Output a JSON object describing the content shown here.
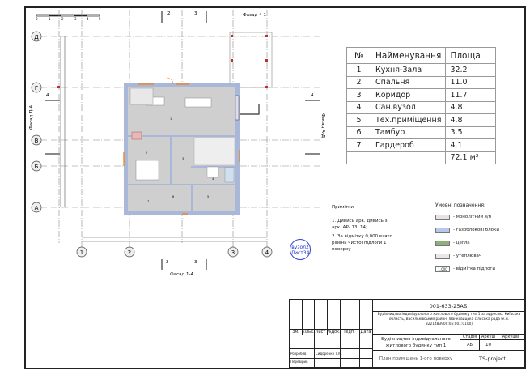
{
  "scale_bar": {
    "ticks": [
      "0",
      "1",
      "2",
      "3",
      "4",
      "5"
    ]
  },
  "axes": {
    "rows": [
      "Д",
      "Г",
      "В",
      "Б",
      "А"
    ],
    "cols": [
      "1",
      "2",
      "3",
      "4"
    ]
  },
  "sections": {
    "top_left": "2",
    "top_right": "3",
    "bottom_left": "2",
    "bottom_right": "3",
    "left": "4",
    "right": "4"
  },
  "facades": {
    "top": "Фасад 4-1",
    "bottom": "Фасад 1-4",
    "left": "Фасад Д-А",
    "right": "Фасад А-Д"
  },
  "rooms_table": {
    "headers": [
      "№",
      "Найменування",
      "Площа"
    ],
    "rows": [
      [
        "1",
        "Кухня-Зала",
        "32.2"
      ],
      [
        "2",
        "Спальня",
        "11.0"
      ],
      [
        "3",
        "Коридор",
        "11.7"
      ],
      [
        "4",
        "Сан.вузол",
        "4.8"
      ],
      [
        "5",
        "Тех.приміщення",
        "4.8"
      ],
      [
        "6",
        "Тамбур",
        "3.5"
      ],
      [
        "7",
        "Гардероб",
        "4.1"
      ]
    ],
    "total": "72.1 м²"
  },
  "callout": {
    "line1": "вузол2",
    "line2": "Лист34"
  },
  "notes": {
    "title": "Примітки",
    "items": [
      "1. Дивись арк. дивись з арк. АР- 13, 14;",
      "2. За відмітку 0,000 взято рівень чистої підлоги 1 поверху"
    ]
  },
  "legend": {
    "title": "Умовні позначення:",
    "items": [
      {
        "label": "- монолітний з/б",
        "color": "#e8e2e2"
      },
      {
        "label": "- газоблокові блоки",
        "color": "#b8c8e8"
      },
      {
        "label": "- цегла",
        "color": "#8fb07a"
      },
      {
        "label": "- утеплювач",
        "color": "#ece6e6"
      },
      {
        "label": "- відмітка підлоги",
        "color": "#ffffff",
        "mark": "1.000"
      }
    ]
  },
  "title_block": {
    "code": "001-633-25АБ",
    "description": "Будівництво індивідуального житлового будинку тип 1 за адресою: Київська область, Васильківський район, Іванковицька сільська рада (к.н. 3221483900:05:001:0100)",
    "headers": [
      "Зм.",
      "Кільк.",
      "Лист",
      "№Док.",
      "Підп.",
      "Дата"
    ],
    "roles": [
      {
        "role": "Розробив",
        "name": "Сидоренко Т.М."
      },
      {
        "role": "Перевірив",
        "name": ""
      }
    ],
    "object": "Будівництво індивідуального житлового будинку тип 1",
    "stage_headers": [
      "Стадія",
      "Аркуш",
      "Аркушів"
    ],
    "stage": "АБ",
    "sheet": "10",
    "sheets": "",
    "drawing_title": "План приміщень 1-ого поверху",
    "company": "TS-project"
  },
  "colors": {
    "wall": "#a9b8d8",
    "floor": "#cfcfcf",
    "door": "#f08020",
    "axis_marker": "#c03030"
  }
}
